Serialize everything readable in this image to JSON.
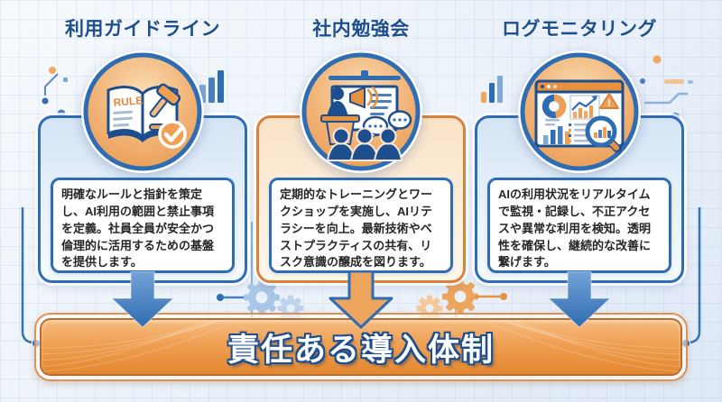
{
  "columns": [
    {
      "title": "利用ガイドライン",
      "icon": "rulebook-gavel-icon",
      "icon_text": "RULE",
      "accent": "blue",
      "description": "明確なルールと指針を策定し、AI利用の範囲と禁止事項を定義。社員全員が安全かつ倫理的に活用するための基盤を提供します。"
    },
    {
      "title": "社内勉強会",
      "icon": "presentation-training-icon",
      "accent": "orange",
      "description": "定期的なトレーニングとワークショップを実施し、AIリテラシーを向上。最新技術やベストプラクティスの共有、リスク意識の醸成を図ります。"
    },
    {
      "title": "ログモニタリング",
      "icon": "dashboard-monitoring-icon",
      "accent": "blue",
      "description": "AIの利用状況をリアルタイムで監視・記録し、不正アクセスや異常な利用を検知。透明性を確保し、継続的な改善に繋げます。"
    }
  ],
  "banner": {
    "label": "責任ある導入体制"
  },
  "decorations": [
    "circuit-dots-left",
    "mini-bar-chart-top",
    "mini-bar-chart-left",
    "circuit-dots-right",
    "gears-blue",
    "gears-orange",
    "connector-line-left",
    "connector-line-right",
    "background-grid"
  ],
  "colors": {
    "title_navy": "#1d4f8f",
    "accent_blue": "#2e6db4",
    "accent_orange": "#e8913f",
    "banner_border": "#bf6b26",
    "background": "#e9f1fa",
    "text": "#262626"
  }
}
